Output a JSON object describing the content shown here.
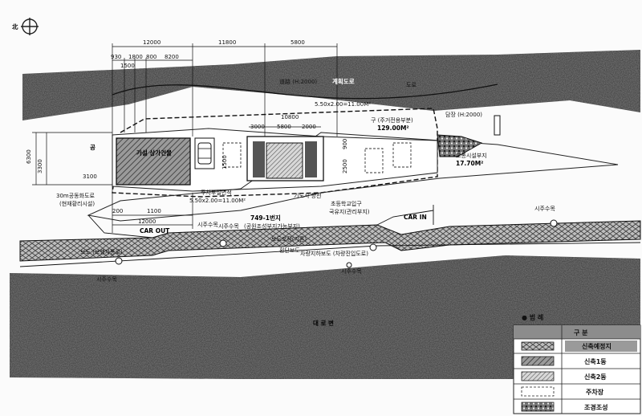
{
  "north_mark": "北",
  "dimensions_top": [
    "12000",
    "11800",
    "5800",
    "930",
    "1800",
    "1500",
    "800",
    "8200"
  ],
  "dimensions_inner": [
    "10800",
    "3000",
    "5800",
    "2000"
  ],
  "dimensions_left": [
    "6300",
    "3300",
    "3100"
  ],
  "dimensions_bottom": [
    "1100",
    "200",
    "12000"
  ],
  "dimensions_right": [
    "2500",
    "900",
    "1500"
  ],
  "labels": {
    "block_top": "道路 (H:2000)",
    "block_top_right": "계획도로",
    "road_top_right": "도로",
    "parking_dim_top": "5.50x2.00=11.00M²",
    "fence_right": "담장 (H:2000)",
    "lot_label": "구 (주거전용부분)",
    "lot_area": "129.00M²",
    "entrance_label": "교통시설부지",
    "area_right": "17.70M²",
    "building_small": "가설 상가건물",
    "site_left": "공",
    "left_lower_label": "30m공동화도로",
    "left_lower_sub": "(현재황리시설)",
    "parking_dim_bottom": "5.50x2.00=11.00M²",
    "parking_label": "주차부설면적",
    "fence_mid": "기노시 향선",
    "school_label": "초등학교입구",
    "school_sub": "국유지(관리부지)",
    "lot_number": "749-1번지",
    "lot_use": "(공원조성부지가능부지)",
    "tree_1": "시주수목",
    "tree_2": "시주수목",
    "tree_3": "시주수목",
    "tree_4": "시주수목",
    "tree_5": "시주수목",
    "car_out": "CAR OUT",
    "car_in": "CAR IN",
    "sidewalk_1": "보도포장(기존)",
    "sidewalk_2": "차량지하보도 (차량진입도로)",
    "sidewalk_left": "보도 (보행자통로)",
    "crossing": "횡단보도",
    "bottom_road": "대 로 변"
  },
  "legend": {
    "title": "● 범 례",
    "header": "구 분",
    "items": [
      "신축예정지",
      "신축1동",
      "신축2동",
      "주차장",
      "조경조성"
    ]
  }
}
